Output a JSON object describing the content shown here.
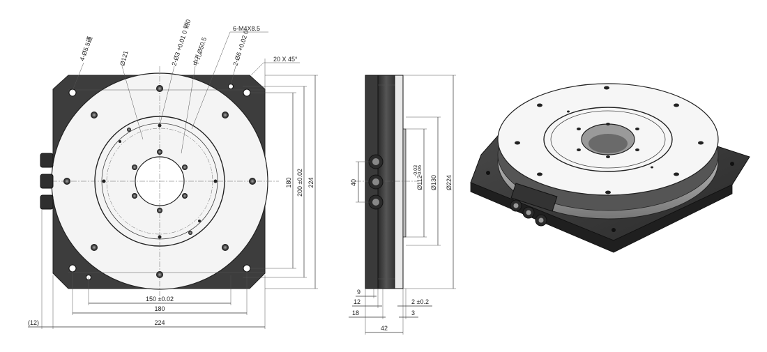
{
  "front_view": {
    "callouts": {
      "holes_4": "4-Ø5.5通",
      "hole_121": "Ø121",
      "pin_3": "2-Ø3 +0.01 0 销0",
      "through_50": "中孔Ø50.5",
      "tap_m4": "6-M4X8.5",
      "pin_6": "2-Ø6 +0.02 0",
      "chamfer": "20 X 45°"
    },
    "dims": {
      "w150": "150 ±0.02",
      "w180": "180",
      "w224": "224",
      "w12": "(12)",
      "h180": "180",
      "h200": "200 ±0.02",
      "h224": "224"
    }
  },
  "side_view": {
    "dims": {
      "d40": "40",
      "d112": "Ø112",
      "d112_tol_upper": "-0.03",
      "d112_tol_lower": "-0.06",
      "d130": "Ø130",
      "d224": "Ø224",
      "d9": "9",
      "d12": "12",
      "d18": "18",
      "d42": "42",
      "d2": "2 ±0.2",
      "d3": "3"
    }
  },
  "colors": {
    "body_dark": "#3d3d3d",
    "face_light": "#f4f4f4",
    "line": "#333333"
  }
}
